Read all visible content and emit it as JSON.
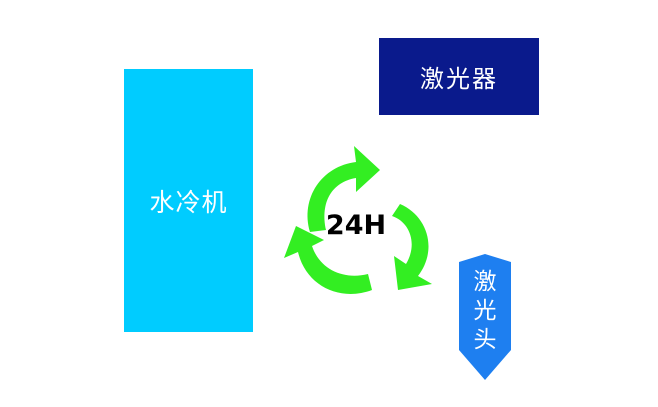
{
  "water_chiller": {
    "label": "水冷机",
    "color": "#00ccff"
  },
  "laser": {
    "label": "激光器",
    "color": "#0a1a8c"
  },
  "cycle": {
    "label": "24H",
    "color": "#33ee22"
  },
  "laser_head": {
    "label": "激\n光\n头",
    "color": "#1e7ff0"
  }
}
